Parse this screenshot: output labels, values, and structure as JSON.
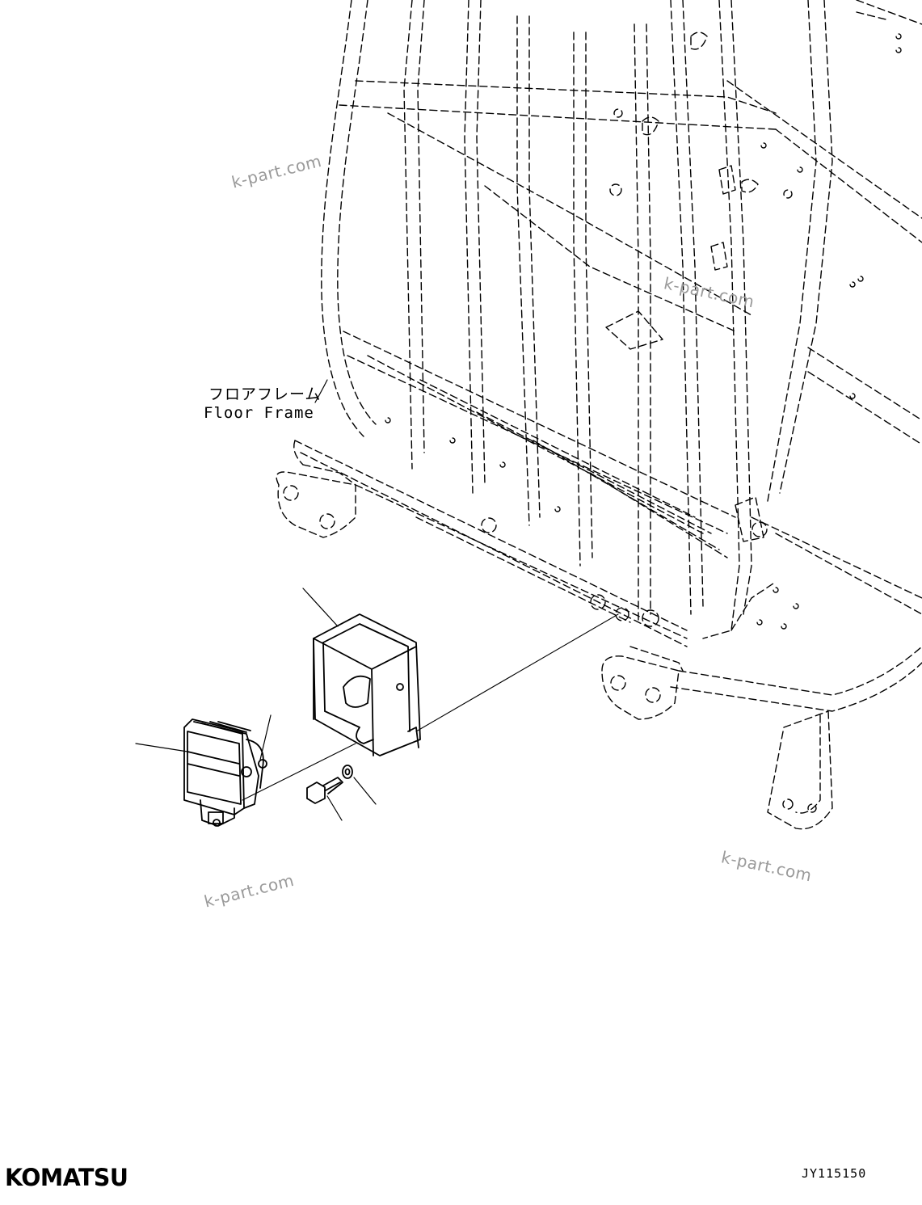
{
  "watermarks": [
    "k-part.com",
    "k-part.com",
    "k-part.com",
    "k-part.com"
  ],
  "callout": {
    "japanese": "フロアフレーム",
    "english": "Floor Frame"
  },
  "drawing_number": "JY115150",
  "brand": "KOMATSU",
  "parts": [
    "rops-frame",
    "floor-frame",
    "work-lamp",
    "lamp-guard",
    "bolt",
    "washer",
    "wire-clamp"
  ]
}
